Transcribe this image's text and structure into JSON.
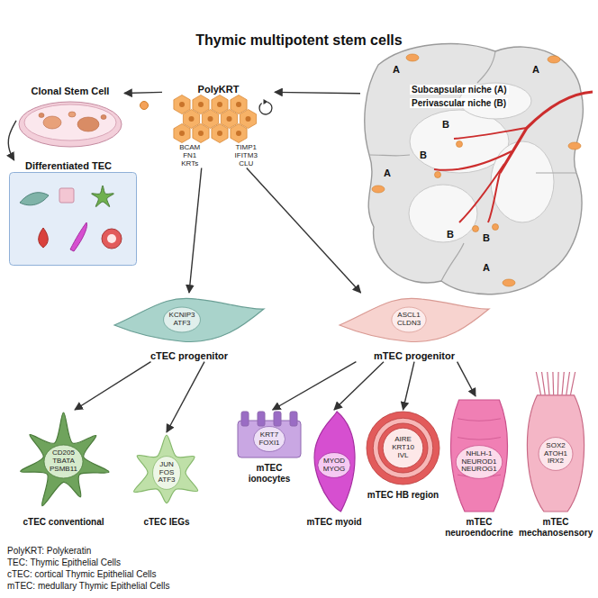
{
  "diagram": {
    "title": "Thymic multipotent stem cells",
    "nodes": [
      {
        "text": [
          "Clonal Stem Cell"
        ]
      },
      {
        "text": [
          "PolyKRT",
          "BCAM FN1 KRTs",
          "TIMP1 IFITM3 CLU"
        ]
      },
      {
        "text": [
          "Subcapsular niche (A)",
          "Perivascular niche (B)"
        ]
      },
      {
        "text": [
          "Differentiated TEC"
        ]
      },
      {
        "text": [
          "KCNIP3 ATF3",
          "cTEC progenitor"
        ]
      },
      {
        "text": [
          "ASCL1 CLDN3",
          "mTEC progenitor"
        ]
      },
      {
        "text": [
          "CD205 TBATA PSMB11",
          "cTEC conventional"
        ]
      },
      {
        "text": [
          "JUN FOS ATF3",
          "cTEC IEGs"
        ]
      },
      {
        "text": [
          "KRT7 FOXI1",
          "mTEC ionocytes"
        ]
      },
      {
        "text": [
          "MYOD MYOG",
          "mTEC myoid"
        ]
      },
      {
        "text": [
          "AIRE KRT10 IVL",
          "mTEC HB region"
        ]
      },
      {
        "text": [
          "NHLH-1 NEUROD1 NEUROG1",
          "mTEC neuroendocrine"
        ]
      },
      {
        "text": [
          "SOX2 ATOH1 IRX2",
          "mTEC mechanosensory"
        ]
      }
    ],
    "edges": [
      {
        "from": 2,
        "to": 1,
        "arrow": "to"
      },
      {
        "from": 1,
        "to": 0,
        "arrow": "to"
      },
      {
        "from": 0,
        "to": 3,
        "arrow": "to"
      },
      {
        "from": 1,
        "to": 4,
        "arrow": "to"
      },
      {
        "from": 1,
        "to": 5,
        "arrow": "to"
      },
      {
        "from": 4,
        "to": 6,
        "arrow": "to"
      },
      {
        "from": 4,
        "to": 7,
        "arrow": "to"
      },
      {
        "from": 5,
        "to": 8,
        "arrow": "to"
      },
      {
        "from": 5,
        "to": 9,
        "arrow": "to"
      },
      {
        "from": 5,
        "to": 10,
        "arrow": "to"
      },
      {
        "from": 5,
        "to": 11,
        "arrow": "to"
      }
    ],
    "labels": [
      "A",
      "A",
      "A",
      "A",
      "B",
      "B",
      "B",
      "B",
      "PolyKRT: Polykeratin",
      "TEC: Thymic Epithelial Cells",
      "cTEC: cortical Thymic Epithelial Cells",
      "mTEC: medullary Thymic Epithelial Cells"
    ]
  }
}
